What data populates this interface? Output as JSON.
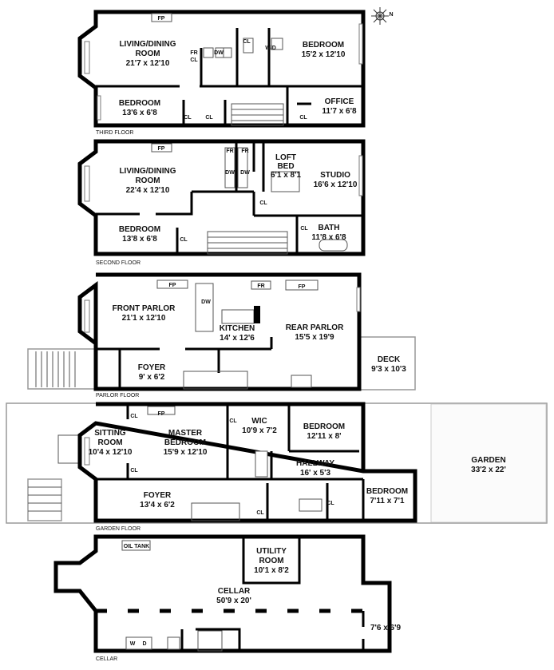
{
  "compass": {
    "label": "N"
  },
  "floors": [
    {
      "name": "THIRD FLOOR",
      "rooms": [
        {
          "l1": "LIVING/DINING",
          "l2": "ROOM",
          "dim": "21'7 x 12'10"
        },
        {
          "l1": "BEDROOM",
          "dim": "15'2 x 12'10"
        },
        {
          "l1": "BEDROOM",
          "dim": "13'6 x 6'8"
        },
        {
          "l1": "OFFICE",
          "dim": "11'7 x 6'8"
        }
      ],
      "fixtures": [
        "FP",
        "FR",
        "DW",
        "CL",
        "CL",
        "W/D",
        "CL",
        "CL",
        "CL"
      ]
    },
    {
      "name": "SECOND FLOOR",
      "rooms": [
        {
          "l1": "LIVING/DINING",
          "l2": "ROOM",
          "dim": "22'4 x 12'10"
        },
        {
          "l1": "LOFT",
          "l2": "BED",
          "dim": "6'1 x 8'1"
        },
        {
          "l1": "STUDIO",
          "dim": "16'6 x 12'10"
        },
        {
          "l1": "BEDROOM",
          "dim": "13'8 x 6'8"
        },
        {
          "l1": "BATH",
          "dim": "11'8 x 6'8"
        }
      ],
      "fixtures": [
        "FP",
        "FR",
        "FR",
        "DW",
        "DW",
        "CL",
        "CL",
        "CL"
      ]
    },
    {
      "name": "PARLOR FLOOR",
      "rooms": [
        {
          "l1": "FRONT PARLOR",
          "dim": "21'1 x 12'10"
        },
        {
          "l1": "KITCHEN",
          "dim": "14' x 12'6"
        },
        {
          "l1": "REAR PARLOR",
          "dim": "15'5 x 19'9"
        },
        {
          "l1": "FOYER",
          "dim": "9' x 6'2"
        },
        {
          "l1": "DECK",
          "dim": "9'3 x 10'3"
        }
      ],
      "fixtures": [
        "FP",
        "FP",
        "FR",
        "DW"
      ]
    },
    {
      "name": "GARDEN FLOOR",
      "rooms": [
        {
          "l1": "SITTING",
          "l2": "ROOM",
          "dim": "10'4 x 12'10"
        },
        {
          "l1": "MASTER",
          "l2": "BEDROOM",
          "dim": "15'9 x 12'10"
        },
        {
          "l1": "WIC",
          "dim": "10'9 x 7'2"
        },
        {
          "l1": "BEDROOM",
          "dim": "12'11 x 8'"
        },
        {
          "l1": "HALLWAY",
          "dim": "16' x 5'3"
        },
        {
          "l1": "BEDROOM",
          "dim": "7'11 x 7'1"
        },
        {
          "l1": "FOYER",
          "dim": "13'4 x 6'2"
        },
        {
          "l1": "GARDEN",
          "dim": "33'2 x 22'"
        }
      ],
      "fixtures": [
        "FP",
        "CL",
        "CL",
        "CL",
        "CL",
        "CL"
      ]
    },
    {
      "name": "CELLAR",
      "rooms": [
        {
          "l1": "UTILITY",
          "l2": "ROOM",
          "dim": "10'1 x 8'2"
        },
        {
          "l1": "CELLAR",
          "dim": "50'9 x 20'"
        },
        {
          "dim": "7'6 x 6'9"
        }
      ],
      "fixtures": [
        "OIL TANK",
        "W",
        "D"
      ]
    }
  ]
}
